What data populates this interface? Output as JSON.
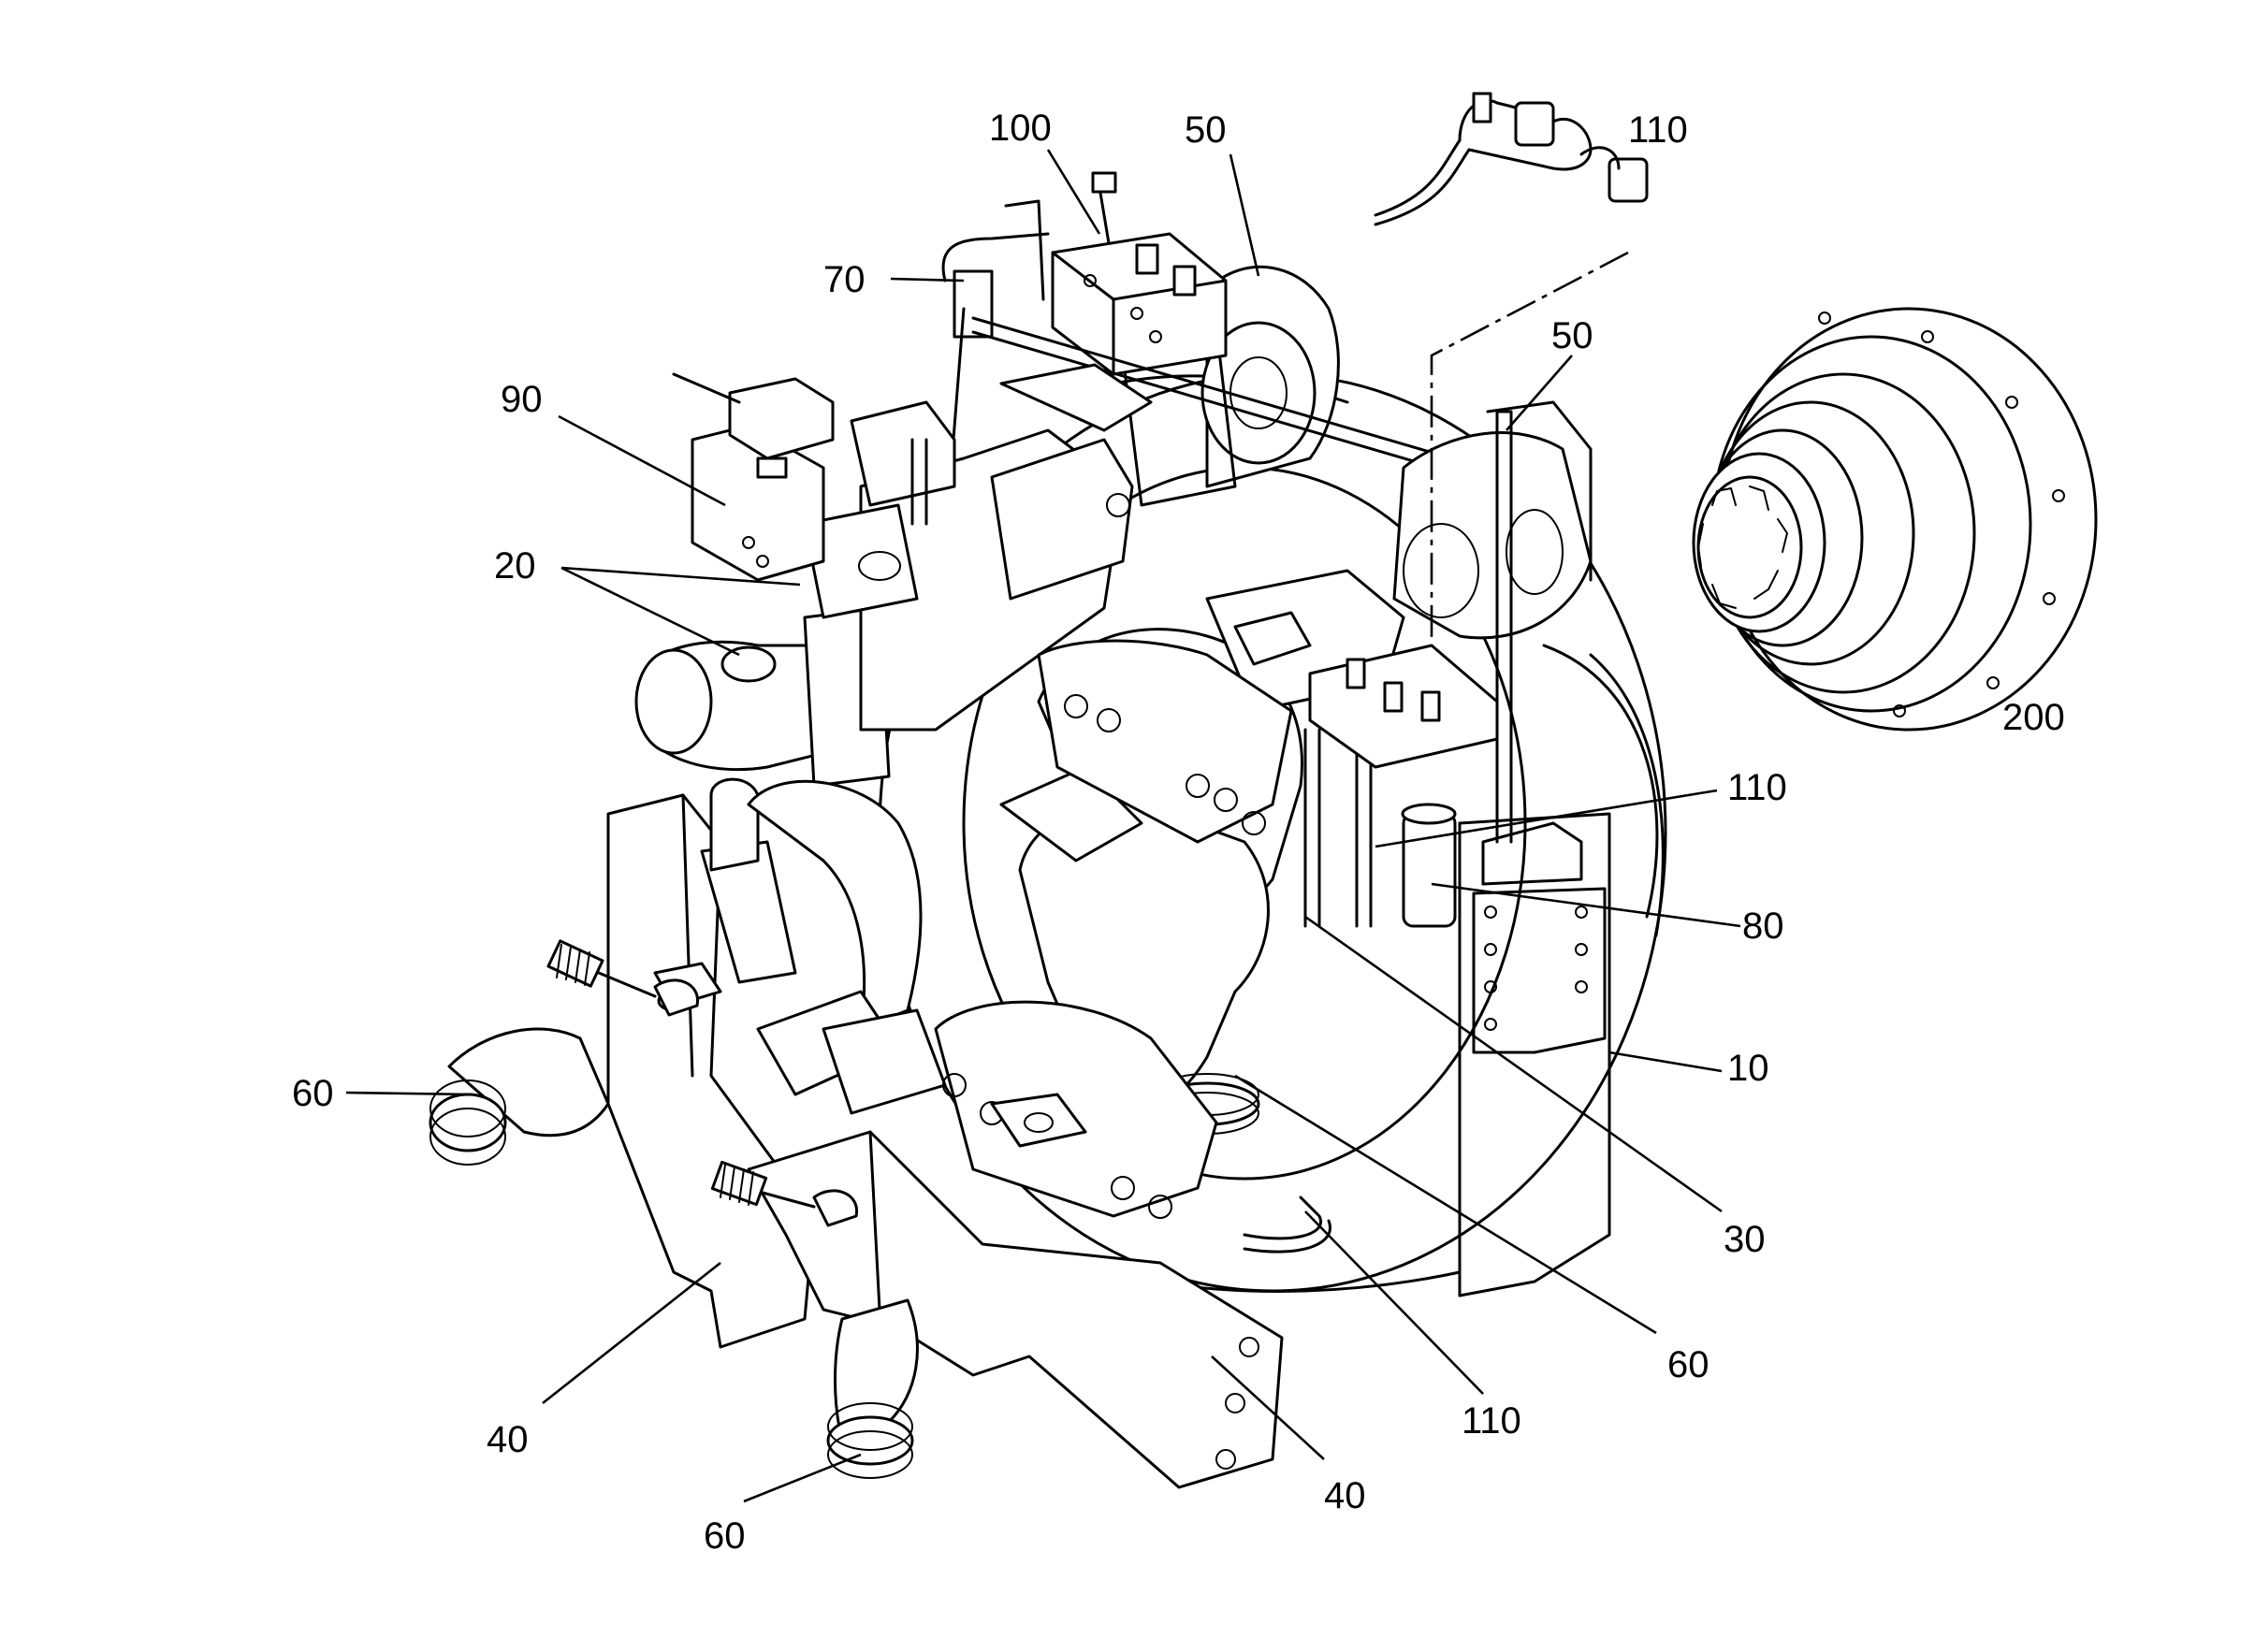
{
  "labels": {
    "l100": "100",
    "l50a": "50",
    "l110a": "110",
    "l70": "70",
    "l50b": "50",
    "l90": "90",
    "l20": "20",
    "l200": "200",
    "l110b": "110",
    "l80": "80",
    "l10": "10",
    "l60a": "60",
    "l30": "30",
    "l60b": "60",
    "l110c": "110",
    "l40a": "40",
    "l40b": "40",
    "l60c": "60"
  }
}
